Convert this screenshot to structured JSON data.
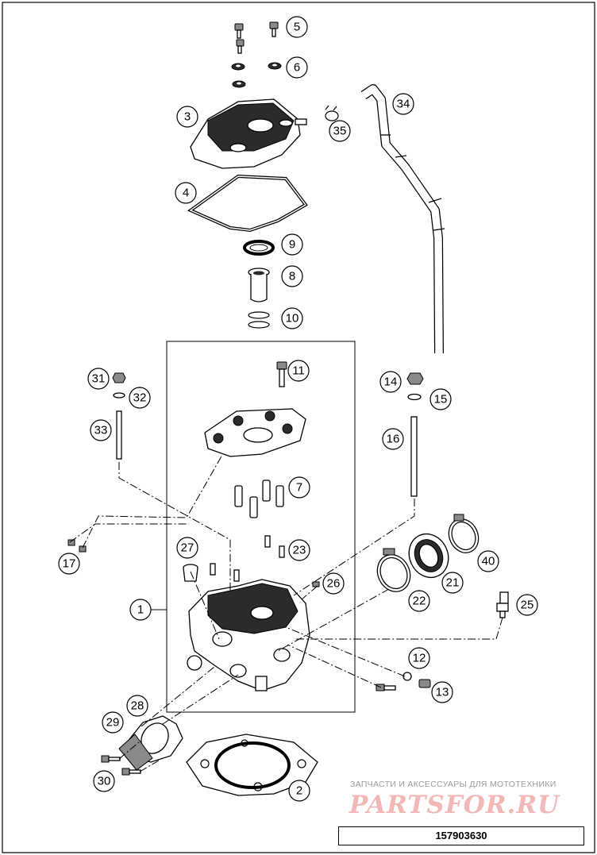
{
  "diagram": {
    "callouts": [
      {
        "label": "1"
      },
      {
        "label": "2"
      },
      {
        "label": "3"
      },
      {
        "label": "4"
      },
      {
        "label": "5"
      },
      {
        "label": "6"
      },
      {
        "label": "7"
      },
      {
        "label": "8"
      },
      {
        "label": "9"
      },
      {
        "label": "10"
      },
      {
        "label": "11"
      },
      {
        "label": "12"
      },
      {
        "label": "13"
      },
      {
        "label": "14"
      },
      {
        "label": "15"
      },
      {
        "label": "16"
      },
      {
        "label": "17"
      },
      {
        "label": "21"
      },
      {
        "label": "22"
      },
      {
        "label": "23"
      },
      {
        "label": "25"
      },
      {
        "label": "26"
      },
      {
        "label": "27"
      },
      {
        "label": "28"
      },
      {
        "label": "29"
      },
      {
        "label": "30"
      },
      {
        "label": "31"
      },
      {
        "label": "32"
      },
      {
        "label": "33"
      },
      {
        "label": "34"
      },
      {
        "label": "35"
      },
      {
        "label": "40"
      }
    ]
  },
  "watermark": {
    "caption": "ЗАПЧАСТИ И АКСЕССУАРЫ ДЛЯ МОТОТЕХНИКИ",
    "logo_text": "PARTSFOR.RU",
    "logo_color": "#f2b8b8"
  },
  "diagram_code": "157903630"
}
